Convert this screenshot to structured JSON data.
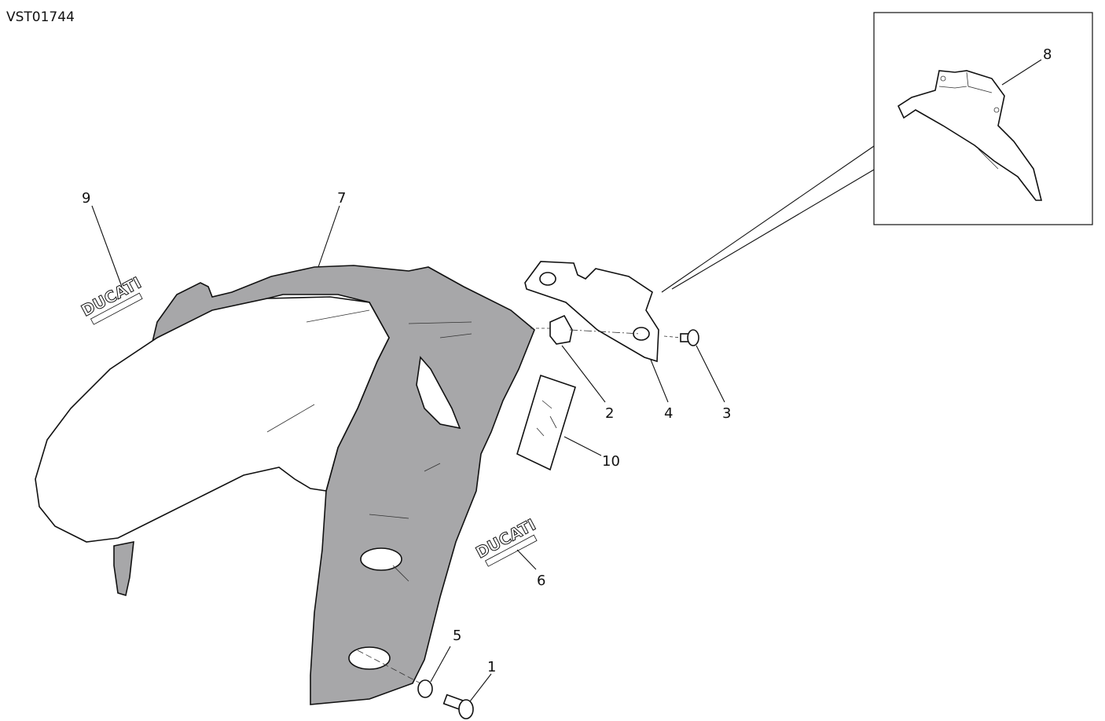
{
  "diagram": {
    "code": "VST01744",
    "decal_logo_text": "DUCATI",
    "callouts": [
      {
        "id": "1",
        "label": "1"
      },
      {
        "id": "2",
        "label": "2"
      },
      {
        "id": "3",
        "label": "3"
      },
      {
        "id": "4",
        "label": "4"
      },
      {
        "id": "5",
        "label": "5"
      },
      {
        "id": "6",
        "label": "6"
      },
      {
        "id": "7",
        "label": "7"
      },
      {
        "id": "8",
        "label": "8"
      },
      {
        "id": "9",
        "label": "9"
      },
      {
        "id": "10",
        "label": "10"
      }
    ]
  }
}
